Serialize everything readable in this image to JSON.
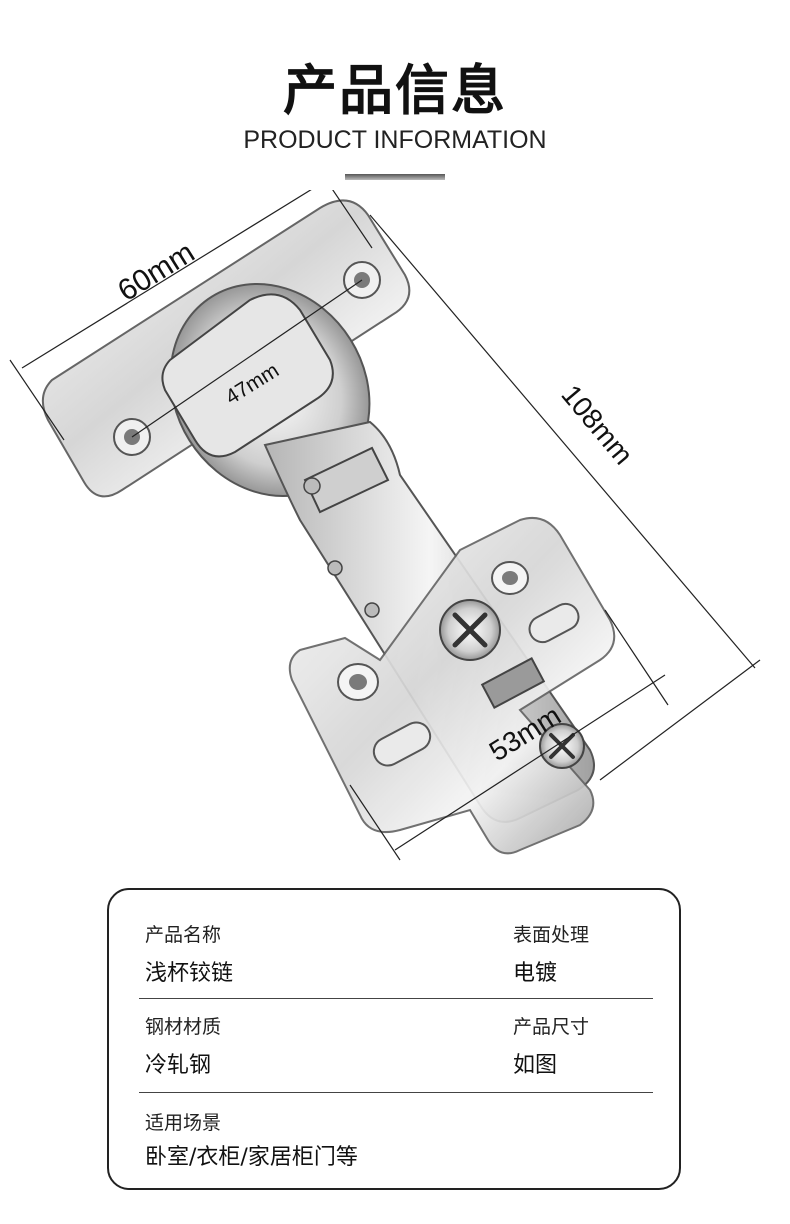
{
  "header": {
    "title_cn": "产品信息",
    "title_en": "PRODUCT INFORMATION"
  },
  "figure": {
    "dims": {
      "width": "60mm",
      "hole_spacing": "47mm",
      "length": "108mm",
      "base": "53mm"
    }
  },
  "specs": {
    "product_name": {
      "label": "产品名称",
      "value": "浅杯铰链"
    },
    "surface": {
      "label": "表面处理",
      "value": "电镀"
    },
    "material": {
      "label": "钢材材质",
      "value": "冷轧钢"
    },
    "size": {
      "label": "产品尺寸",
      "value": "如图"
    },
    "usage": {
      "label": "适用场景",
      "value": "卧室/衣柜/家居柜门等"
    }
  },
  "colors": {
    "metal_light": "#f2f2f2",
    "metal_dark": "#8a8a8a",
    "text": "#111111"
  }
}
